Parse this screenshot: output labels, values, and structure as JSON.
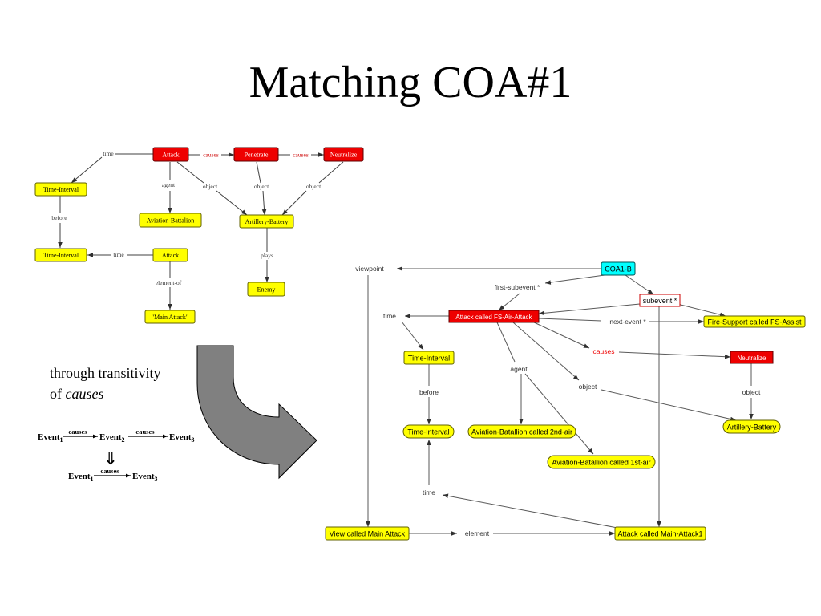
{
  "slide": {
    "title": "Matching COA#1"
  },
  "colors": {
    "red": "#ee0000",
    "yellow": "#ffff00",
    "cyan": "#00ffff",
    "arrow": "#606060",
    "big_arrow": "#808080"
  },
  "left_graph": {
    "nodes": [
      {
        "id": "attack",
        "label": "Attack"
      },
      {
        "id": "penetrate",
        "label": "Penetrate"
      },
      {
        "id": "neutralize",
        "label": "Neutralize"
      },
      {
        "id": "time-interval-1",
        "label": "Time-Interval"
      },
      {
        "id": "aviation-battalion",
        "label": "Aviation-Battalion"
      },
      {
        "id": "artillery-battery",
        "label": "Artillery-Battery"
      },
      {
        "id": "time-interval-2",
        "label": "Time-Interval"
      },
      {
        "id": "attack-2",
        "label": "Attack"
      },
      {
        "id": "enemy",
        "label": "Enemy"
      },
      {
        "id": "main-attack",
        "label": "\"Main Attack\""
      }
    ],
    "edges": [
      {
        "id": "time-1",
        "label": "time"
      },
      {
        "id": "causes-1",
        "label": "causes"
      },
      {
        "id": "causes-2",
        "label": "causes"
      },
      {
        "id": "agent",
        "label": "agent"
      },
      {
        "id": "object-1",
        "label": "object"
      },
      {
        "id": "object-2",
        "label": "object"
      },
      {
        "id": "object-3",
        "label": "object"
      },
      {
        "id": "before",
        "label": "before"
      },
      {
        "id": "time-2",
        "label": "time"
      },
      {
        "id": "plays",
        "label": "plays"
      },
      {
        "id": "element-of",
        "label": "element-of"
      }
    ]
  },
  "transitivity": {
    "line1": "through transitivity",
    "line2_prefix": "of ",
    "line2_italic": "causes",
    "causes_label": "causes",
    "event_word": "Event",
    "sub1": "1",
    "sub2": "2",
    "sub3": "3",
    "implies_symbol": "⇓"
  },
  "right_graph": {
    "nodes": [
      {
        "id": "coa1-b",
        "label": "COA1-B"
      },
      {
        "id": "subevent-star",
        "label": "subevent *"
      },
      {
        "id": "attack-fs-air",
        "label": "Attack called FS-Air-Attack"
      },
      {
        "id": "fire-support",
        "label": "Fire-Support called FS-Assist"
      },
      {
        "id": "neutralize",
        "label": "Neutralize"
      },
      {
        "id": "time-interval-a",
        "label": "Time-Interval"
      },
      {
        "id": "time-interval-b",
        "label": "Time-Interval"
      },
      {
        "id": "aviation-2nd",
        "label": "Aviation-Batallion called 2nd-air"
      },
      {
        "id": "aviation-1st",
        "label": "Aviation-Batallion called 1st-air"
      },
      {
        "id": "artillery-battery",
        "label": "Artillery-Battery"
      },
      {
        "id": "view-main-attack",
        "label": "View called Main Attack"
      },
      {
        "id": "attack-main-attack1",
        "label": "Attack called Main-Attack1"
      }
    ],
    "edges": [
      {
        "id": "viewpoint",
        "label": "viewpoint"
      },
      {
        "id": "first-subevent",
        "label": "first-subevent *"
      },
      {
        "id": "time-a",
        "label": "time"
      },
      {
        "id": "next-event",
        "label": "next-event *"
      },
      {
        "id": "causes",
        "label": "causes"
      },
      {
        "id": "agent",
        "label": "agent"
      },
      {
        "id": "object-a",
        "label": "object"
      },
      {
        "id": "object-b",
        "label": "object"
      },
      {
        "id": "before",
        "label": "before"
      },
      {
        "id": "time-b",
        "label": "time"
      },
      {
        "id": "element",
        "label": "element"
      }
    ]
  }
}
